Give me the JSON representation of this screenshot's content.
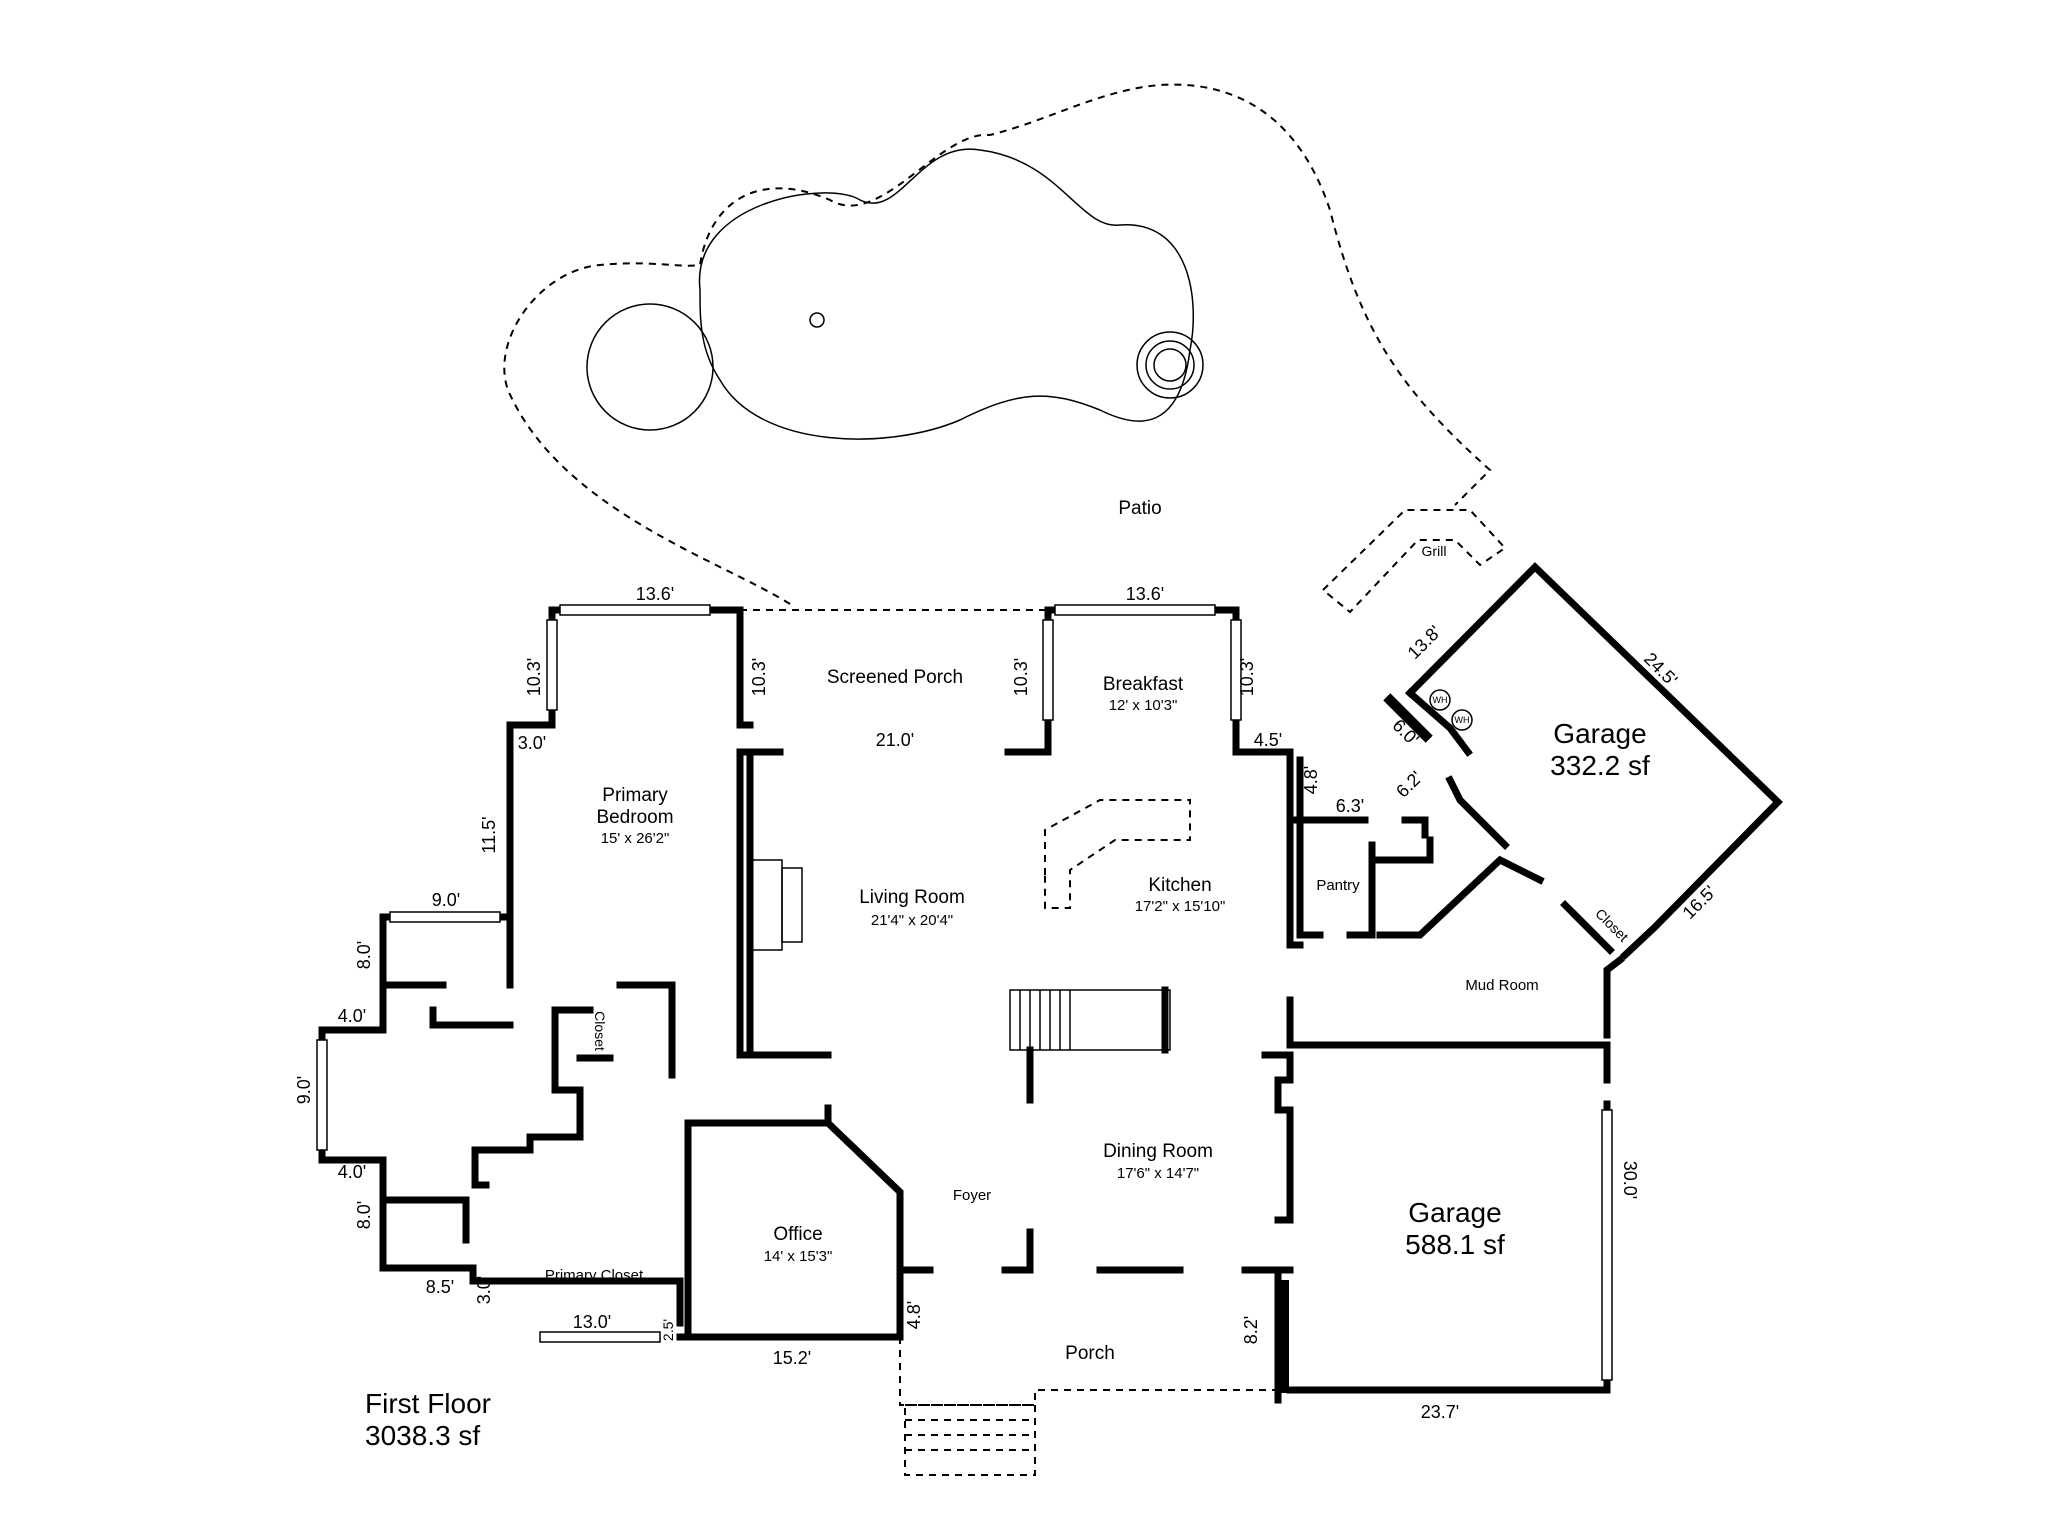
{
  "floor": {
    "name": "First Floor",
    "area": "3038.3 sf"
  },
  "rooms": {
    "patio": "Patio",
    "grill": "Grill",
    "screened_porch": "Screened Porch",
    "breakfast": {
      "name": "Breakfast",
      "dims": "12' x 10'3\""
    },
    "primary_bedroom": {
      "line1": "Primary",
      "line2": "Bedroom",
      "dims": "15' x 26'2\""
    },
    "living_room": {
      "name": "Living Room",
      "dims": "21'4\" x 20'4\""
    },
    "kitchen": {
      "name": "Kitchen",
      "dims": "17'2\" x 15'10\""
    },
    "pantry": "Pantry",
    "mud_room": "Mud Room",
    "closet_small": "Closet",
    "closet_garage": "Closet",
    "dining_room": {
      "name": "Dining Room",
      "dims": "17'6\" x 14'7\""
    },
    "foyer": "Foyer",
    "office": {
      "name": "Office",
      "dims": "14' x 15'3\""
    },
    "primary_closet": "Primary Closet",
    "porch": "Porch",
    "garage_top": {
      "name": "Garage",
      "area": "332.2 sf"
    },
    "garage_bottom": {
      "name": "Garage",
      "area": "588.1 sf"
    },
    "water_heater": "WH"
  },
  "measurements": {
    "bed_top": "13.6'",
    "bed_left": "10.3'",
    "bed_step": "3.0'",
    "bed_wall": "11.5'",
    "porch_left": "10.3'",
    "porch_right": "10.3'",
    "porch_bottom": "21.0'",
    "breakfast_top": "13.6'",
    "breakfast_right": "10.3'",
    "breakfast_step": "4.5'",
    "pantry_side": "4.8'",
    "pantry_top": "6.3'",
    "mud_a": "6.2'",
    "mud_b": "6.0'",
    "garage_top_a": "13.8'",
    "garage_top_b": "24.5'",
    "garage_top_c": "16.5'",
    "bath_top": "9.0'",
    "bath_a": "8.0'",
    "bath_b": "4.0'",
    "bath_c": "9.0'",
    "bath_d": "4.0'",
    "bath_e": "8.0'",
    "bath_f": "8.5'",
    "closet_a": "3.0'",
    "closet_b": "13.0'",
    "closet_c": "2.5'",
    "office_bottom": "15.2'",
    "office_side": "4.8'",
    "porch_side": "8.2'",
    "garage_right": "30.0'",
    "garage_bottom": "23.7'"
  }
}
